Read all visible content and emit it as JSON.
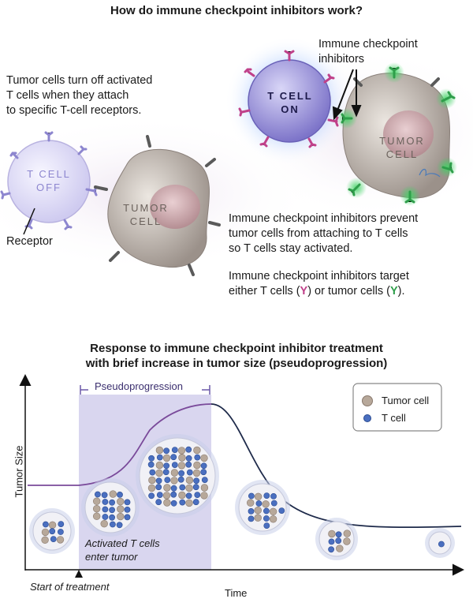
{
  "top": {
    "title": "How do immune checkpoint inhibitors work?",
    "left_text": [
      "Tumor cells turn off activated",
      "T cells when they attach",
      "to specific T-cell receptors."
    ],
    "tcell_off": [
      "T CELL",
      "OFF"
    ],
    "tumor_left": [
      "TUMOR",
      "CELL"
    ],
    "receptor_label": "Receptor",
    "inhibitors_label": [
      "Immune checkpoint",
      "inhibitors"
    ],
    "tcell_on": [
      "T CELL",
      "ON"
    ],
    "tumor_right": [
      "TUMOR",
      "CELL"
    ],
    "right_text_1": [
      "Immune checkpoint inhibitors prevent",
      "tumor cells from attaching to T cells",
      "so T cells stay activated."
    ],
    "right_text_2_line1": "Immune checkpoint inhibitors target",
    "right_text_2_line2": {
      "a": "either T cells (",
      "y1": "Y",
      "b": ") or tumor cells (",
      "y2": "Y",
      "c": ")."
    },
    "colors": {
      "tcell_inhibitor": "#c0418a",
      "tumor_inhibitor": "#2e9e4a",
      "tcell": "#9a95d8",
      "tumor": "#a89f96"
    }
  },
  "bottom": {
    "title": [
      "Response to immune checkpoint inhibitor treatment",
      "with brief increase in tumor size (pseudoprogression)"
    ],
    "pseudo_label": "Pseudoprogression",
    "legend": [
      {
        "label": "Tumor cell",
        "color": "#b7a89a"
      },
      {
        "label": "T cell",
        "color": "#4a6fc0"
      }
    ],
    "y_axis_label": "Tumor Size",
    "x_axis_label": "Time",
    "start_label": "Start of treatment",
    "activated_label": [
      "Activated T cells",
      "enter tumor"
    ],
    "colors": {
      "shade": "#d9d6ef",
      "curve": "#1e2a4a",
      "pseudo_curve": "#7a4a9a"
    }
  }
}
